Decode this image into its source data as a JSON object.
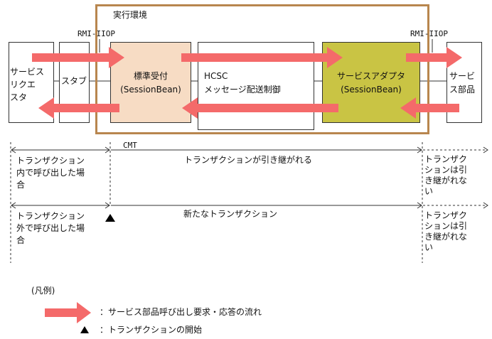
{
  "colors": {
    "env_border": "#b8864e",
    "standard_receiver_fill": "#f7dcc4",
    "session_adapter_fill": "#c9c444",
    "flow_arrow": "#f46a6a",
    "line": "#333333"
  },
  "env": {
    "label": "実行環境"
  },
  "rmi_left": "RMI-IIOP",
  "rmi_right": "RMI-IIOP",
  "boxes": {
    "service_requester": "サービス\nリクエ\nスタ",
    "stub": "スタブ",
    "standard_receiver": "標準受付\n(SessionBean)",
    "hcsc": "HCSC\nメッセージ配送制御",
    "service_adapter": "サービスアダプタ\n(SessionBean)",
    "service_part": "サービ\nス部品"
  },
  "cmt_label": "CMT",
  "row1": {
    "left": "トランザクション\n内で呼び出した場\n合",
    "middle": "トランザクションが引き継がれる",
    "right": "トランザク\nションは引\nき継がれな\nい"
  },
  "row2": {
    "left": "トランザクション\n外で呼び出した場\n合",
    "middle": "新たなトランザクション",
    "right": "トランザク\nションは引\nき継がれな\nい"
  },
  "legend": {
    "title": "(凡例)",
    "arrow_desc": "：サービス部品呼び出し要求・応答の流れ",
    "triangle_desc": "：トランザクションの開始"
  }
}
